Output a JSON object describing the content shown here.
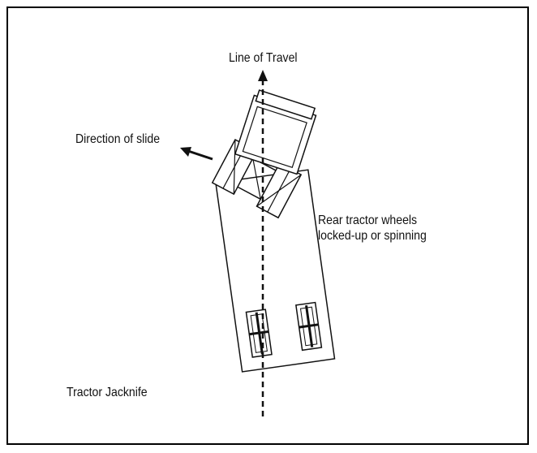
{
  "labels": {
    "line_of_travel": "Line of Travel",
    "direction_of_slide": "Direction of slide",
    "rear_wheels_line1": "Rear tractor wheels",
    "rear_wheels_line2": "locked-up or spinning",
    "tractor_jacknife": "Tractor Jacknife"
  },
  "colors": {
    "ink": "#111111",
    "border": "#000000",
    "background": "#ffffff"
  }
}
